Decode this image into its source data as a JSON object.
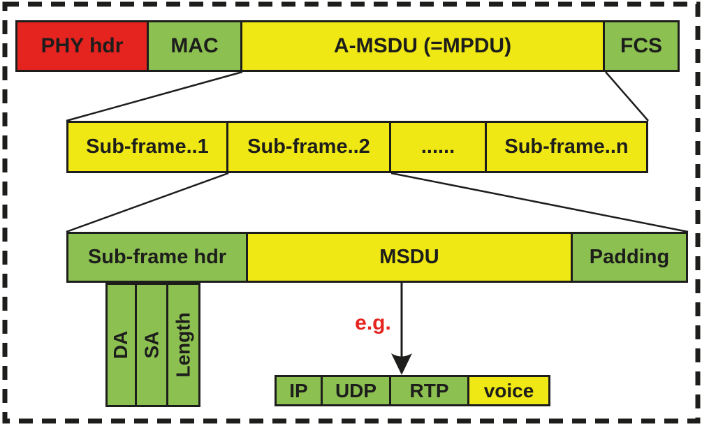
{
  "colors": {
    "red": "#e5231f",
    "green": "#8cc152",
    "yellow": "#f0e814",
    "ink": "#1d1d1b",
    "background": "#ffffff"
  },
  "rows": {
    "mpdu": {
      "cells": [
        {
          "label": "PHY hdr",
          "color": "red"
        },
        {
          "label": "MAC",
          "color": "green"
        },
        {
          "label": "A-MSDU (=MPDU)",
          "color": "yellow"
        },
        {
          "label": "FCS",
          "color": "green"
        }
      ]
    },
    "subframes": {
      "cells": [
        {
          "label": "Sub-frame..1",
          "color": "yellow"
        },
        {
          "label": "Sub-frame..2",
          "color": "yellow"
        },
        {
          "label": "......",
          "color": "yellow"
        },
        {
          "label": "Sub-frame..n",
          "color": "yellow"
        }
      ]
    },
    "subframe_detail": {
      "cells": [
        {
          "label": "Sub-frame hdr",
          "color": "green"
        },
        {
          "label": "MSDU",
          "color": "yellow"
        },
        {
          "label": "Padding",
          "color": "green"
        }
      ]
    },
    "subframe_hdr_fields": {
      "cells": [
        {
          "label": "DA",
          "color": "green"
        },
        {
          "label": "SA",
          "color": "green"
        },
        {
          "label": "Length",
          "color": "green"
        }
      ]
    },
    "example_stack": {
      "cells": [
        {
          "label": "IP",
          "color": "green"
        },
        {
          "label": "UDP",
          "color": "green"
        },
        {
          "label": "RTP",
          "color": "green"
        },
        {
          "label": "voice",
          "color": "yellow"
        }
      ]
    }
  },
  "annotations": {
    "example_label": "e.g."
  }
}
